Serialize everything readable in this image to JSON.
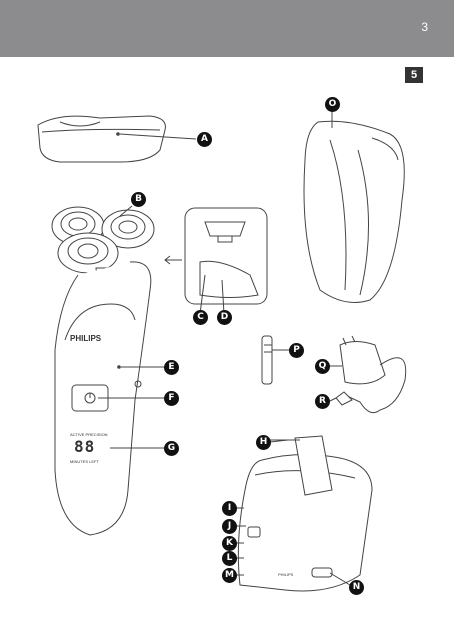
{
  "page": {
    "number": "3",
    "section": "5"
  },
  "device": {
    "brand": "PHILIPS",
    "display_digits": "88",
    "display_minutes_left": "MINUTES LEFT",
    "display_top_text": "ACTIVE PRECISION"
  },
  "base": {
    "brand": "PHILIPS"
  },
  "callouts": [
    "A",
    "B",
    "C",
    "D",
    "E",
    "F",
    "G",
    "H",
    "I",
    "J",
    "K",
    "L",
    "M",
    "N",
    "O",
    "P",
    "Q",
    "R"
  ]
}
